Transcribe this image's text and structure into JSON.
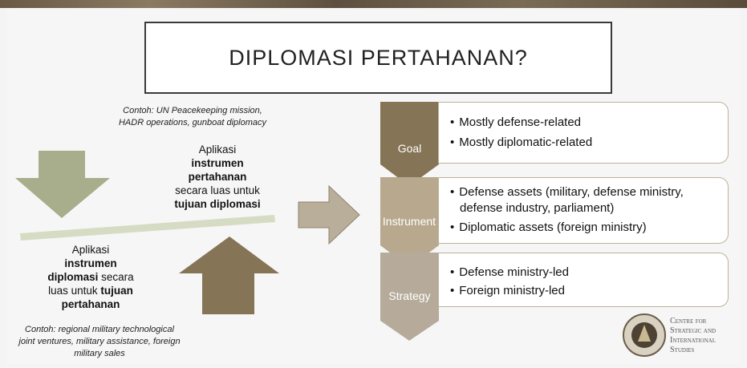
{
  "title": "DIPLOMASI PERTAHANAN?",
  "top_note": [
    "Contoh: UN Peacekeeping mission,",
    "HADR operations, gunboat diplomacy"
  ],
  "upper_text": {
    "l1": "Aplikasi",
    "l2": "instrumen",
    "l3": "pertahanan",
    "l4": "secara luas untuk",
    "l5": "tujuan diplomasi"
  },
  "lower_text": {
    "l1": "Aplikasi",
    "l2": "instrumen",
    "l3a": "diplomasi",
    "l3b": " secara",
    "l4a": "luas untuk ",
    "l4b": "tujuan",
    "l5": "pertahanan"
  },
  "bottom_note": [
    "Contoh: regional military technological",
    "joint ventures, military assistance, foreign",
    "military sales"
  ],
  "rows": [
    {
      "label": "Goal",
      "bullets": [
        "Mostly defense-related",
        "Mostly diplomatic-related"
      ]
    },
    {
      "label": "Instrument",
      "bullets": [
        "Defense assets (military, defense ministry, defense industry, parliament)",
        "Diplomatic assets (foreign ministry)"
      ]
    },
    {
      "label": "Strategy",
      "bullets": [
        "Defense ministry-led",
        "Foreign ministry-led"
      ]
    }
  ],
  "logo": [
    "Centre for",
    "Strategic and",
    "International",
    "Studies"
  ],
  "colors": {
    "green_arrow": "#a8ad8c",
    "brown_arrow": "#857456",
    "chevron_goal": "#857456",
    "chevron_instrument": "#b8a88d",
    "chevron_strategy": "#b6ab9a"
  }
}
